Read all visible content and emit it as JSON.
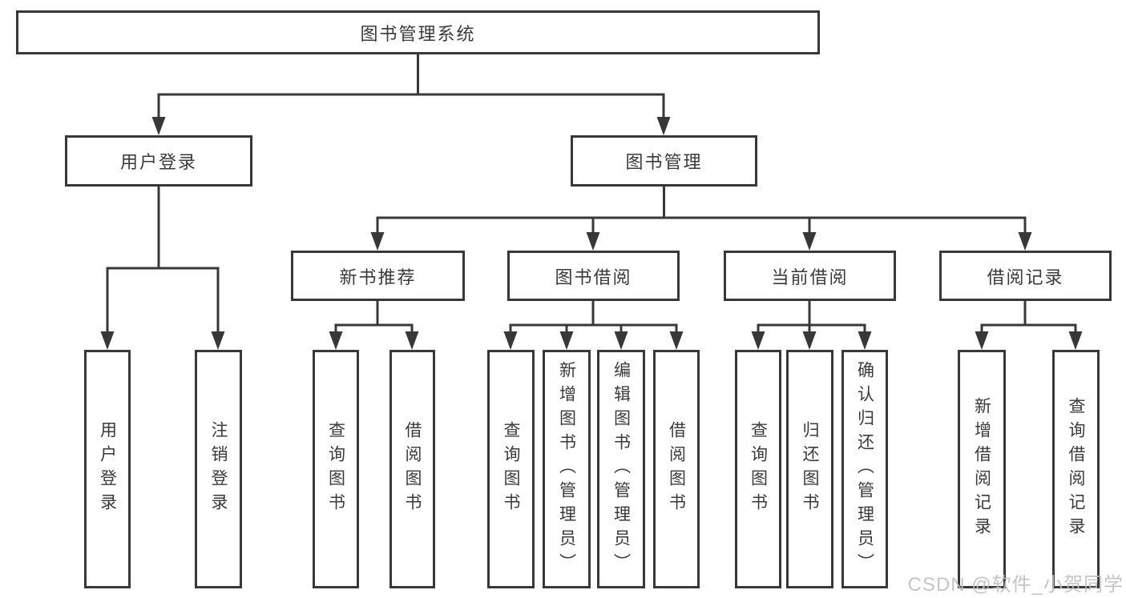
{
  "nodes": {
    "root": "图书管理系统",
    "branches": [
      "用户登录",
      "图书管理"
    ],
    "modules": [
      "新书推荐",
      "图书借阅",
      "当前借阅",
      "借阅记录"
    ],
    "leaves": {
      "login": [
        "用户登录",
        "注销登录"
      ],
      "newbook": [
        "查询图书",
        "借阅图书"
      ],
      "borrow": [
        "查询图书",
        "新增图书（管理员）",
        "编辑图书（管理员）",
        "借阅图书"
      ],
      "current": [
        "查询图书",
        "归还图书",
        "确认归还（管理员）"
      ],
      "record": [
        "新增借阅记录",
        "查询借阅记录"
      ]
    }
  },
  "watermark": {
    "text": "CSDN @软件_小贺同学"
  },
  "colors": {
    "line": "#383838",
    "box_border": "#383838",
    "text": "#3a3a3a",
    "background": "#ffffff",
    "watermark": "#bfbfbf"
  }
}
